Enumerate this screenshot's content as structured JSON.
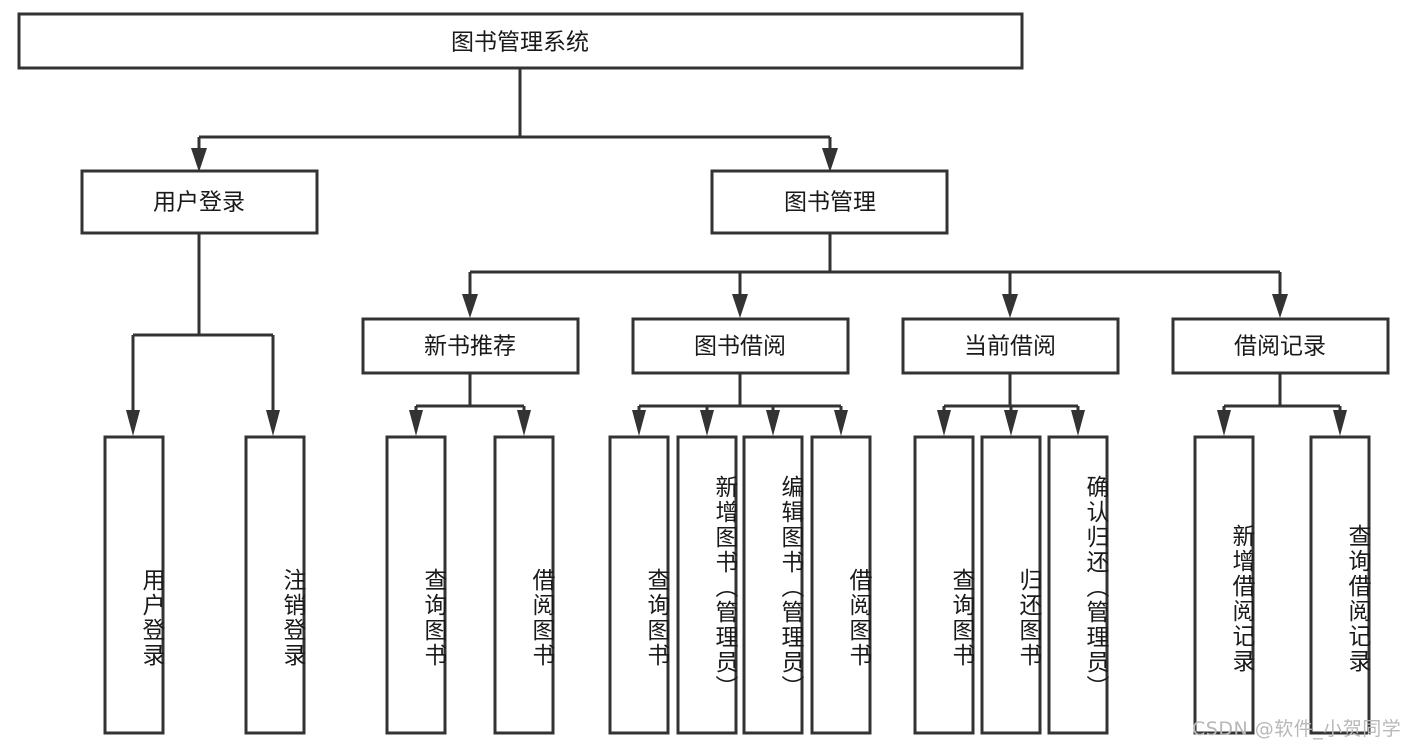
{
  "diagram": {
    "type": "tree-hierarchy-flowchart",
    "orientation": "top-down",
    "root": {
      "id": "root",
      "label": "图书管理系统"
    },
    "level2": [
      {
        "id": "user-login",
        "label": "用户登录"
      },
      {
        "id": "book-manage",
        "label": "图书管理"
      }
    ],
    "level3": [
      {
        "id": "new-book-rec",
        "label": "新书推荐",
        "parent": "book-manage"
      },
      {
        "id": "book-borrow",
        "label": "图书借阅",
        "parent": "book-manage"
      },
      {
        "id": "current-borrow",
        "label": "当前借阅",
        "parent": "book-manage"
      },
      {
        "id": "borrow-record",
        "label": "借阅记录",
        "parent": "book-manage"
      }
    ],
    "leaves": [
      {
        "id": "leaf-user-login",
        "label": "用户登录",
        "parent": "user-login"
      },
      {
        "id": "leaf-logout",
        "label": "注销登录",
        "parent": "user-login"
      },
      {
        "id": "leaf-query-book-1",
        "label": "查询图书",
        "parent": "new-book-rec"
      },
      {
        "id": "leaf-borrow-book-1",
        "label": "借阅图书",
        "parent": "new-book-rec"
      },
      {
        "id": "leaf-query-book-2",
        "label": "查询图书",
        "parent": "book-borrow"
      },
      {
        "id": "leaf-add-book",
        "label": "新增图书（管理员）",
        "parent": "book-borrow"
      },
      {
        "id": "leaf-edit-book",
        "label": "编辑图书（管理员）",
        "parent": "book-borrow"
      },
      {
        "id": "leaf-borrow-book-2",
        "label": "借阅图书",
        "parent": "book-borrow"
      },
      {
        "id": "leaf-query-book-3",
        "label": "查询图书",
        "parent": "current-borrow"
      },
      {
        "id": "leaf-return-book",
        "label": "归还图书",
        "parent": "current-borrow"
      },
      {
        "id": "leaf-confirm-return",
        "label": "确认归还（管理员）",
        "parent": "current-borrow"
      },
      {
        "id": "leaf-add-record",
        "label": "新增借阅记录",
        "parent": "borrow-record"
      },
      {
        "id": "leaf-query-record",
        "label": "查询借阅记录",
        "parent": "borrow-record"
      }
    ],
    "colors": {
      "stroke": "#333333",
      "fill": "#ffffff",
      "text": "#1a1a1a",
      "background": "#ffffff",
      "watermark": "#b8b8b8"
    }
  },
  "watermark": {
    "text": "CSDN @软件_小贺同学"
  }
}
